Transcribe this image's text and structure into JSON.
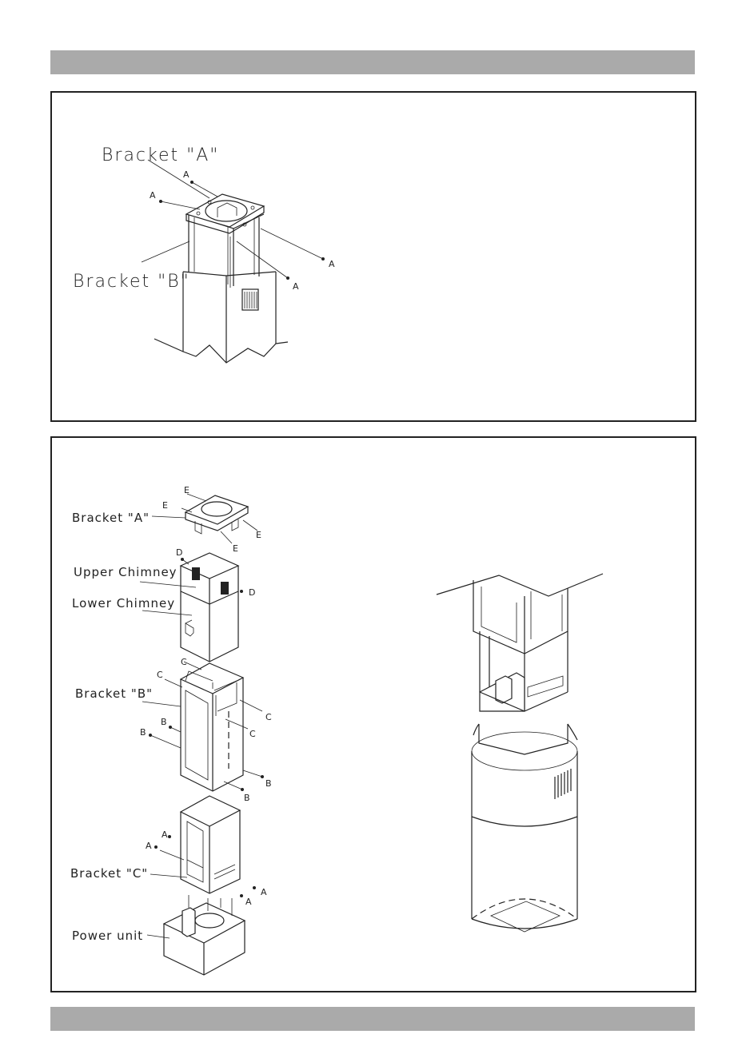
{
  "panel1": {
    "labels": {
      "bracket_a": "Bracket \"A\"",
      "bracket_b": "Bracket \"B\""
    },
    "screw_letters": [
      "A",
      "A",
      "A",
      "A"
    ]
  },
  "panel2": {
    "labels": {
      "bracket_a": "Bracket \"A\"",
      "upper_chimney": "Upper Chimney",
      "lower_chimney": "Lower Chimney",
      "bracket_b": "Bracket \"B\"",
      "bracket_c": "Bracket \"C\"",
      "power_unit": "Power unit"
    },
    "screw_letters_e": [
      "E",
      "E",
      "E",
      "E"
    ],
    "screw_letters_d": [
      "D",
      "D"
    ],
    "screw_letters_c": [
      "C",
      "C",
      "C",
      "C"
    ],
    "screw_letters_b": [
      "B",
      "B",
      "B",
      "B"
    ],
    "screw_letters_a": [
      "A",
      "A",
      "A",
      "A"
    ]
  },
  "colors": {
    "band": "#aaaaaa",
    "ink": "#222222"
  }
}
